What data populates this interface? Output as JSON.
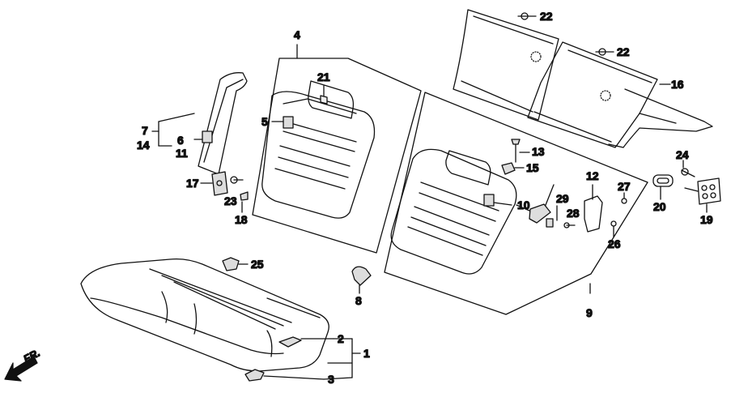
{
  "diagram": {
    "direction_label": "FR.",
    "callouts": {
      "c1": "1",
      "c2": "2",
      "c3": "3",
      "c4": "4",
      "c5": "5",
      "c6": "6",
      "c7": "7",
      "c8": "8",
      "c9": "9",
      "c10": "10",
      "c11": "11",
      "c12": "12",
      "c13": "13",
      "c14": "14",
      "c15": "15",
      "c16": "16",
      "c17": "17",
      "c18": "18",
      "c19": "19",
      "c20": "20",
      "c21": "21",
      "c22a": "22",
      "c22b": "22",
      "c23": "23",
      "c24": "24",
      "c25": "25",
      "c26": "26",
      "c27": "27",
      "c28": "28",
      "c29": "29"
    }
  }
}
